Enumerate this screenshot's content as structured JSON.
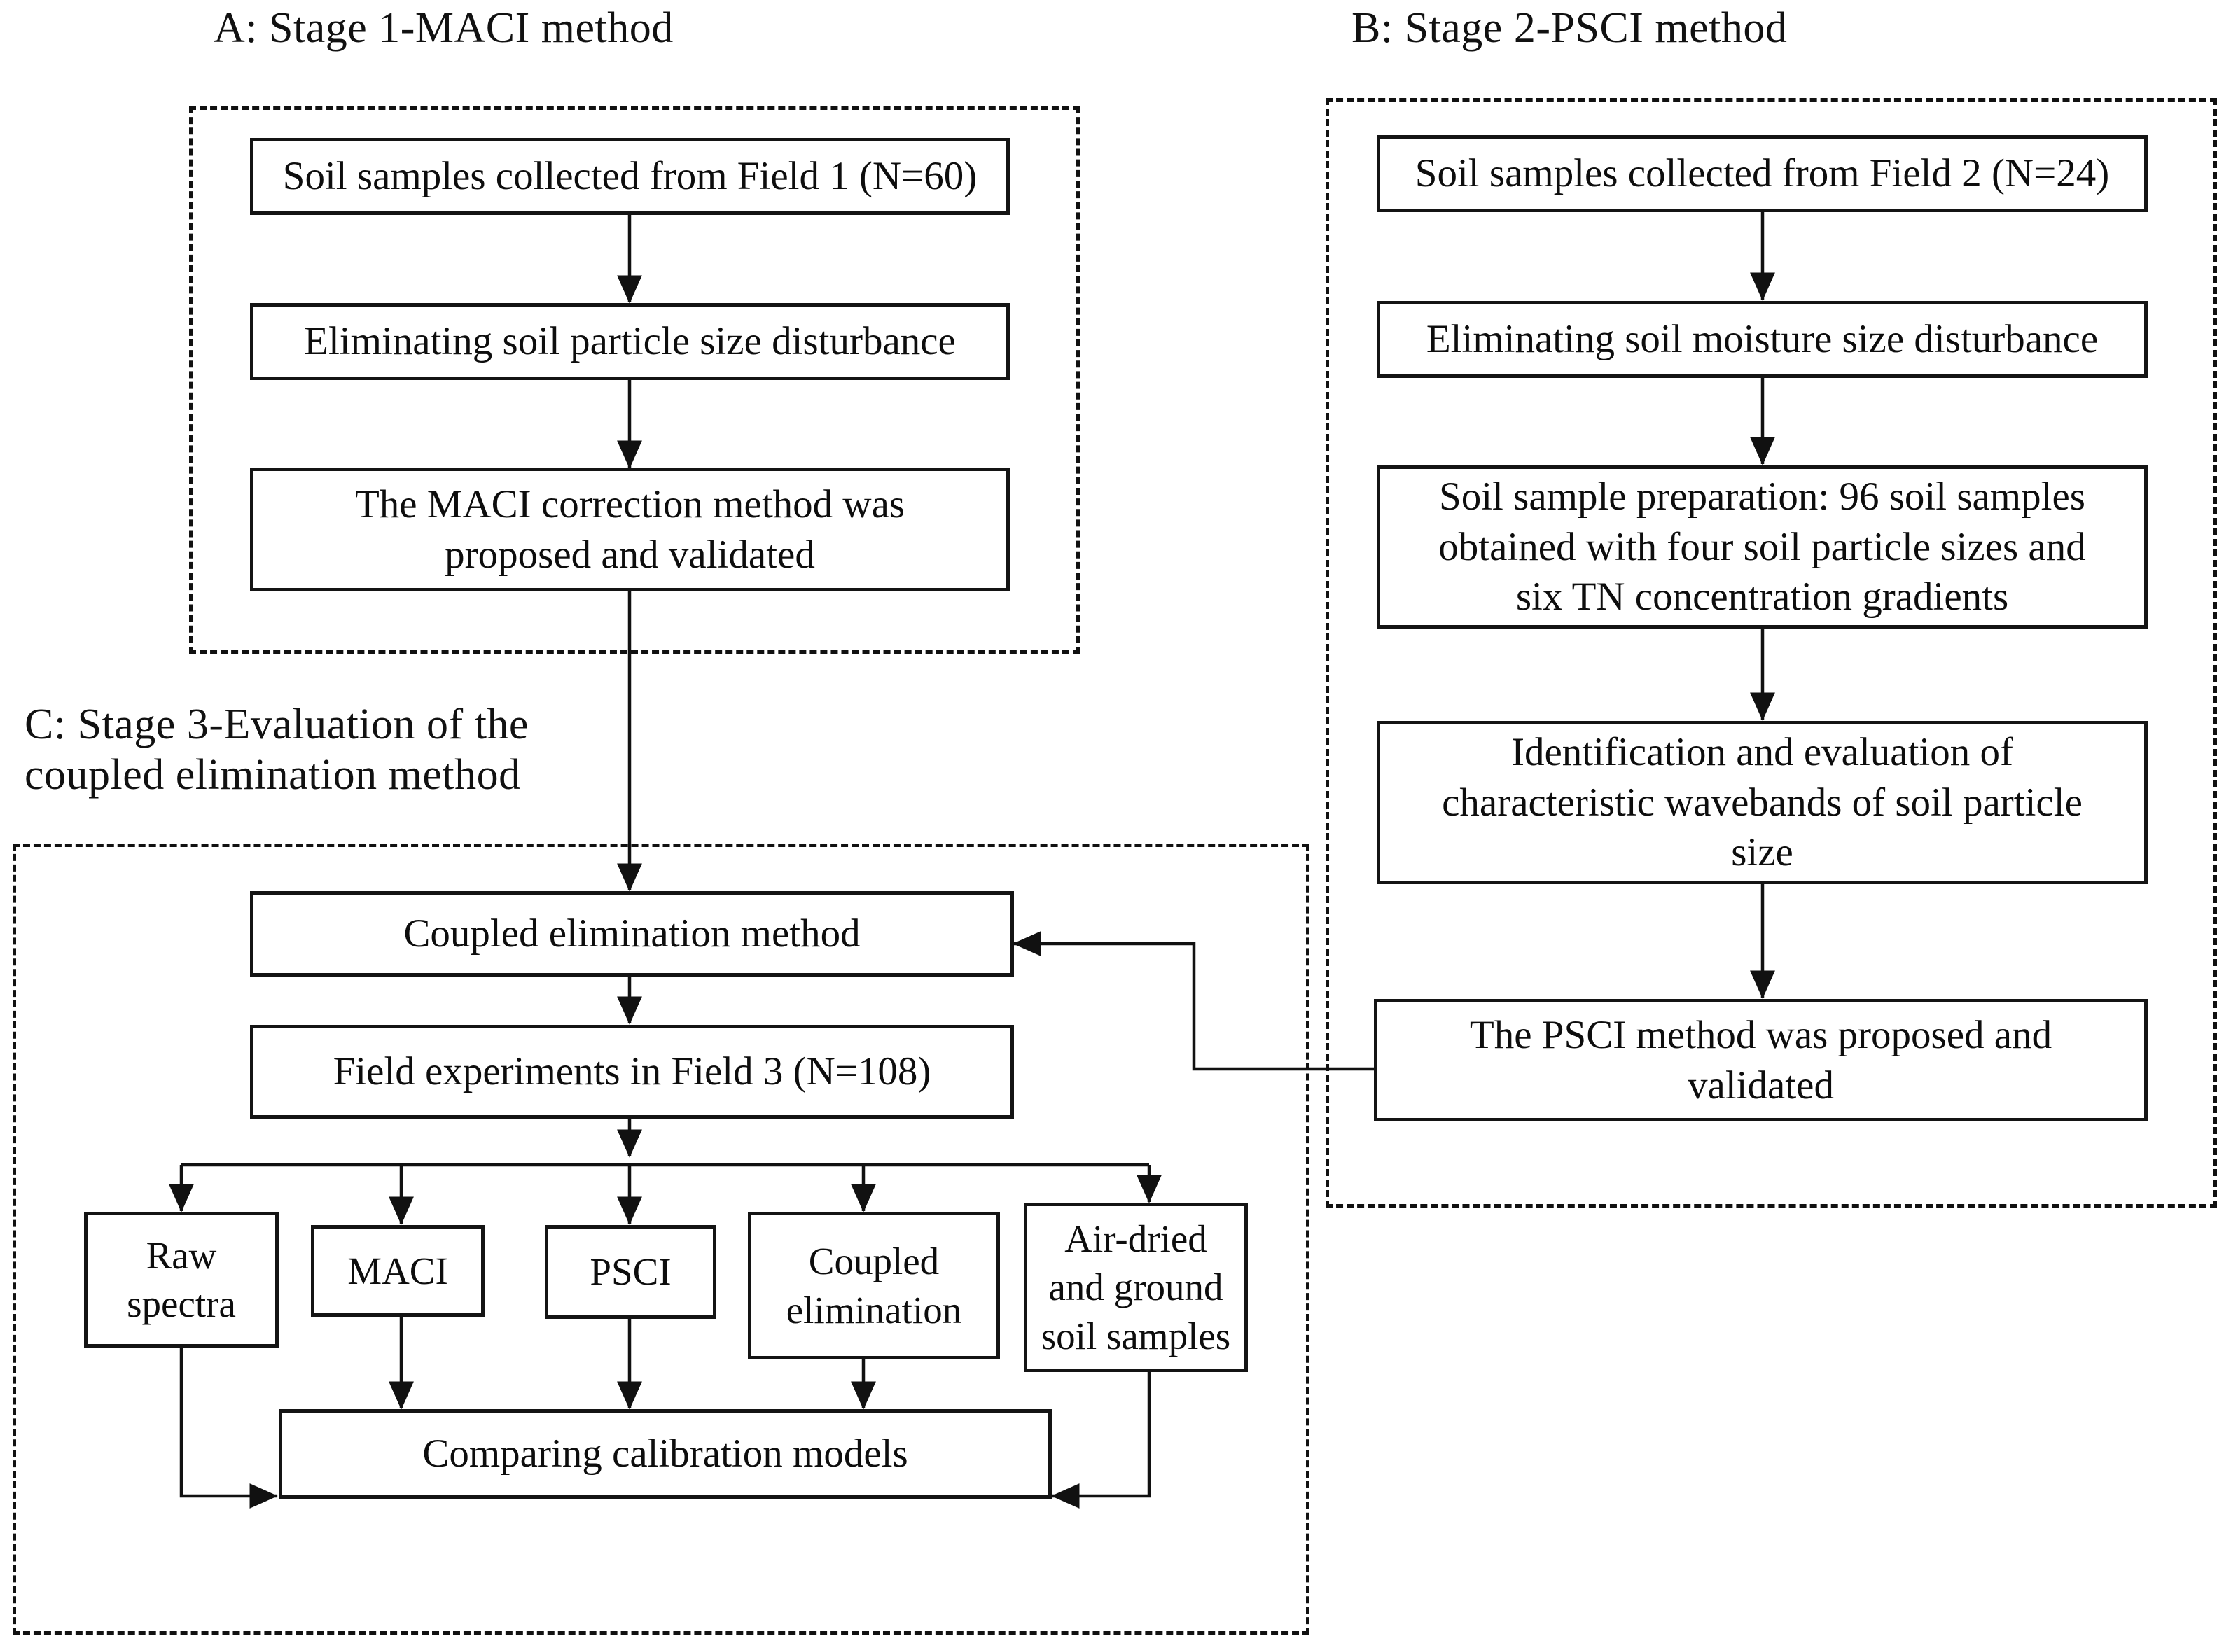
{
  "figure": {
    "kind": "three-stage methodology flowchart",
    "panels": [
      {
        "id": "A",
        "title": "A: Stage 1-MACI method",
        "nodes": [
          "Soil samples collected from Field 1 (N=60)",
          "Eliminating soil particle size disturbance",
          "The MACI correction method was\nproposed and validated"
        ]
      },
      {
        "id": "B",
        "title": "B: Stage 2-PSCI method",
        "nodes": [
          "Soil samples collected from Field 2 (N=24)",
          "Eliminating soil moisture size disturbance",
          "Soil sample preparation: 96 soil samples\nobtained with four soil particle sizes and\nsix TN concentration gradients",
          "Identification  and evaluation of\ncharacteristic wavebands of soil particle\nsize",
          "The PSCI method was proposed and\nvalidated"
        ]
      },
      {
        "id": "C",
        "title": "C: Stage 3-Evaluation of the\ncoupled elimination method",
        "nodes": [
          "Coupled elimination method",
          "Field experiments in Field 3 (N=108)",
          "Raw\nspectra",
          "MACI",
          "PSCI",
          "Coupled\nelimination",
          "Air-dried\nand ground\nsoil samples",
          "Comparing calibration models"
        ]
      }
    ]
  },
  "panelA": {
    "title": "A: Stage 1-MACI method",
    "box1": "Soil samples collected from Field 1 (N=60)",
    "box2": "Eliminating soil particle size disturbance",
    "box3": "The MACI correction method was\nproposed and validated"
  },
  "panelB": {
    "title": "B: Stage 2-PSCI method",
    "box1": "Soil samples collected from Field 2 (N=24)",
    "box2": "Eliminating soil moisture size disturbance",
    "box3": "Soil sample preparation: 96 soil samples\nobtained with four soil particle sizes and\nsix TN concentration gradients",
    "box4": "Identification  and evaluation of\ncharacteristic wavebands of soil particle\nsize",
    "box5": "The PSCI method was proposed and\nvalidated"
  },
  "panelC": {
    "title": "C: Stage 3-Evaluation of the\ncoupled elimination method",
    "box1": "Coupled elimination method",
    "box2": "Field experiments in Field 3 (N=108)",
    "branch1": "Raw\nspectra",
    "branch2": "MACI",
    "branch3": "PSCI",
    "branch4": "Coupled\nelimination",
    "branch5": "Air-dried\nand ground\nsoil samples",
    "box3": "Comparing calibration models"
  },
  "colors": {
    "ink": "#111111",
    "box_border": "#141414",
    "background": "#ffffff"
  }
}
